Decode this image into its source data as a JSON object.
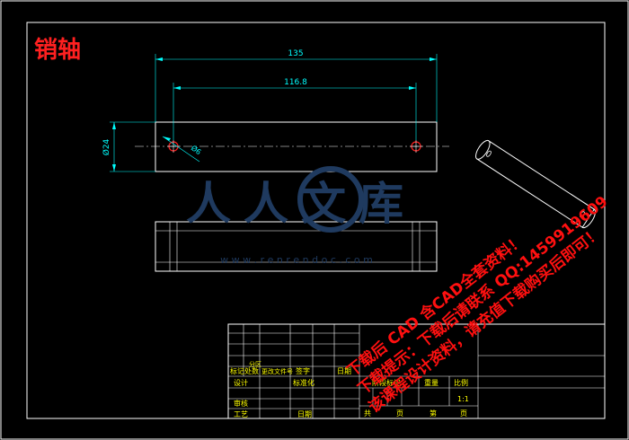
{
  "drawing": {
    "part_title": "销轴",
    "dim_overall": "135",
    "dim_holes": "116.8",
    "dim_diameter": "Ø24",
    "dim_hole": "Ø6",
    "watermark_logo": "人人文库",
    "watermark_url": "w w w . r e n r e n d o c . c o m",
    "promo_lines": [
      "下载后 CAD 含CAD全套资料！",
      "下载提示：下载后请联系 QQ:1459919609",
      "该课程设计资料，请充值下载购买后即可！"
    ]
  },
  "title_block": {
    "row_headers": [
      "标记",
      "处数",
      "分区",
      "更改文件号",
      "签字",
      "日期"
    ],
    "design": "设计",
    "standard": "标准化",
    "review": "审核",
    "process": "工艺",
    "approve_date": "日期",
    "stage_mark": "阶段标记",
    "weight": "重量",
    "scale": "比例",
    "scale_value": "1:1",
    "sheets_total": "共",
    "sheet_unit_1": "页",
    "sheet_no": "第",
    "sheet_unit_2": "页"
  },
  "colors": {
    "background": "#000000",
    "line": "#ffffff",
    "dimension": "#00ffff",
    "hole": "#ff2020",
    "title_text": "#ff2020",
    "table_text": "#ffff00",
    "watermark": "#1f3a5f",
    "promo": "#ff1010"
  }
}
